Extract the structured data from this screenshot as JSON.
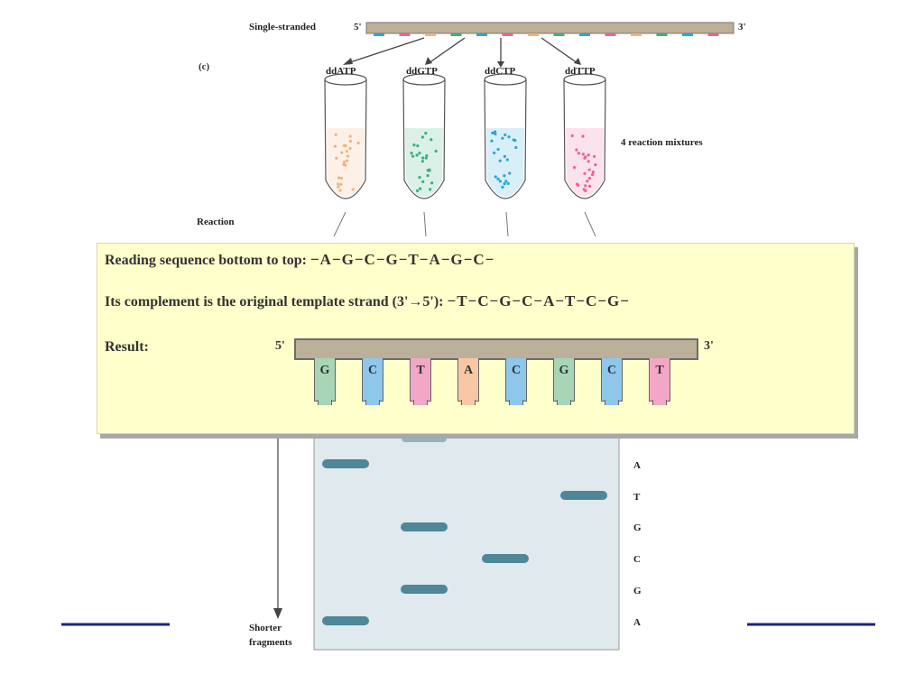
{
  "top": {
    "strand_label": "Single-stranded",
    "five_prime": "5'",
    "three_prime": "3'",
    "panel_letter": "(c)",
    "reaction_label": "Reaction"
  },
  "tubes": [
    {
      "label": "ddATP",
      "color": "#f5b07c"
    },
    {
      "label": "ddGTP",
      "color": "#39b07c"
    },
    {
      "label": "ddCTP",
      "color": "#27a7d4"
    },
    {
      "label": "ddTTP",
      "color": "#ef5f9a"
    }
  ],
  "mixtures_label": "4 reaction mixtures",
  "overlay": {
    "line1_prefix": "Reading sequence bottom to top:",
    "line1_seq": "−A−G−C−G−T−A−G−C−",
    "line2_prefix": "Its complement is the original template strand (3'→5'):",
    "line2_seq": "−T−C−G−C−A−T−C−G−",
    "result_label": "Result:",
    "five_prime": "5'",
    "three_prime": "3'",
    "bases": [
      {
        "letter": "G",
        "color": "#a7d5b6"
      },
      {
        "letter": "C",
        "color": "#8ec7e9"
      },
      {
        "letter": "T",
        "color": "#f2a7c6"
      },
      {
        "letter": "A",
        "color": "#f8c7a4"
      },
      {
        "letter": "C",
        "color": "#8ec7e9"
      },
      {
        "letter": "G",
        "color": "#a7d5b6"
      },
      {
        "letter": "C",
        "color": "#8ec7e9"
      },
      {
        "letter": "T",
        "color": "#f2a7c6"
      }
    ]
  },
  "gel": {
    "band_color": "#4f8798",
    "background": "#dfe9ee",
    "bases": [
      "A",
      "T",
      "G",
      "C",
      "G",
      "A"
    ],
    "shorter_label": "Shorter",
    "fragments_label": "fragments"
  },
  "accent_line_color": "#1a237e"
}
